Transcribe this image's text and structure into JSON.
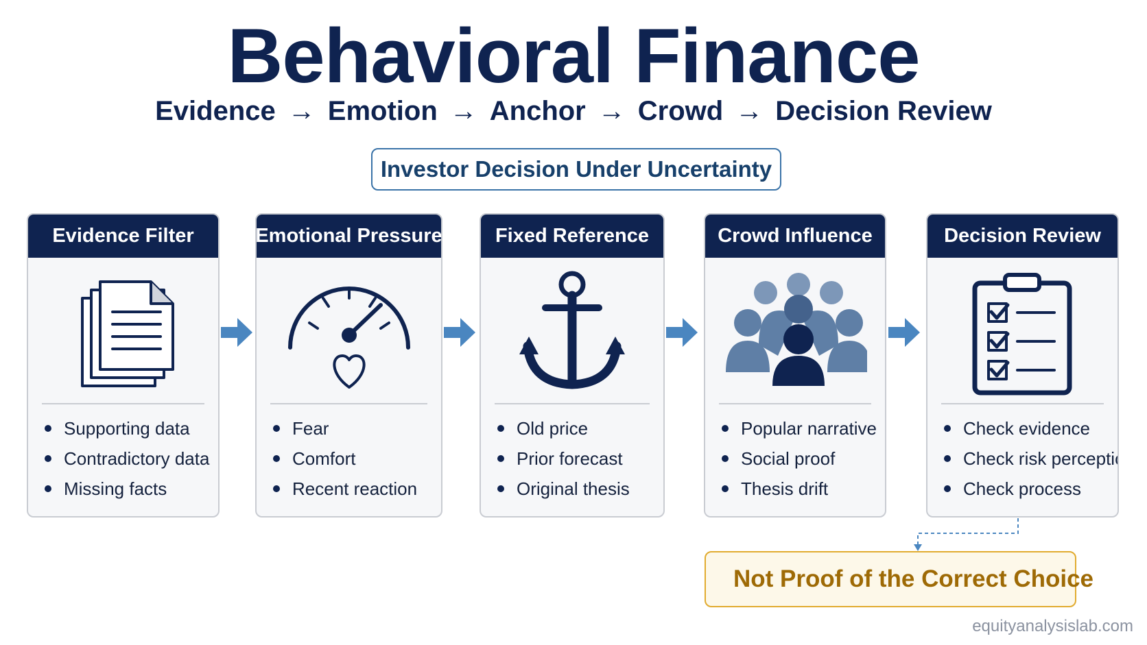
{
  "title": "Behavioral Finance",
  "flow": {
    "steps": [
      "Evidence",
      "Emotion",
      "Anchor",
      "Crowd",
      "Decision Review"
    ],
    "arrow": "→"
  },
  "badge": "Investor Decision Under Uncertainty",
  "cards": [
    {
      "title": "Evidence Filter",
      "icon": "documents-icon",
      "items": [
        "Supporting data",
        "Contradictory data",
        "Missing facts"
      ]
    },
    {
      "title": "Emotional Pressure",
      "icon": "gauge-heart-icon",
      "items": [
        "Fear",
        "Comfort",
        "Recent reaction"
      ]
    },
    {
      "title": "Fixed Reference",
      "icon": "anchor-icon",
      "items": [
        "Old price",
        "Prior forecast",
        "Original thesis"
      ]
    },
    {
      "title": "Crowd Influence",
      "icon": "crowd-icon",
      "items": [
        "Popular narrative",
        "Social proof",
        "Thesis drift"
      ]
    },
    {
      "title": "Decision Review",
      "icon": "clipboard-checklist-icon",
      "items": [
        "Check evidence",
        "Check risk perception",
        "Check process"
      ]
    }
  ],
  "warning": {
    "icon": "warning-icon",
    "text": "Not Proof of the Correct Choice"
  },
  "footer": "equityanalysislab.com",
  "colors": {
    "navy": "#0f2350",
    "arrow_blue": "#4a86c0",
    "badge_border": "#3a73a8",
    "warning_border": "#e1ab2f",
    "warning_text": "#9e6a05"
  }
}
